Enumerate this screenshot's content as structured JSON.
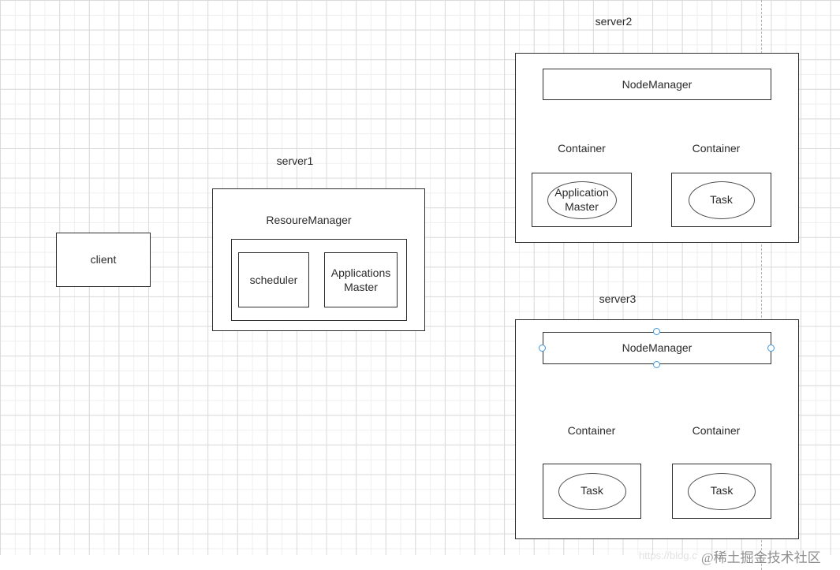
{
  "labels": {
    "client": "client",
    "server1": "server1",
    "server2": "server2",
    "server3": "server3",
    "resource_manager": "ResoureManager",
    "scheduler": "scheduler",
    "applications_master": "Applications Master",
    "node_manager": "NodeManager",
    "container": "Container",
    "application_master": "Application Master",
    "task": "Task"
  },
  "watermark": {
    "url_text": "https://blog.c",
    "credit": "@稀土掘金技术社区"
  },
  "colors": {
    "shape_border": "#2e2e2e",
    "ellipse_border": "#4d4d4d",
    "grid_minor": "#efefef",
    "grid_major": "#dadada",
    "page_divider": "#b5b5b5",
    "selection_handle": "#3f97e0",
    "watermark_credit": "#8f8f8f",
    "watermark_url": "#e2e2e2"
  }
}
